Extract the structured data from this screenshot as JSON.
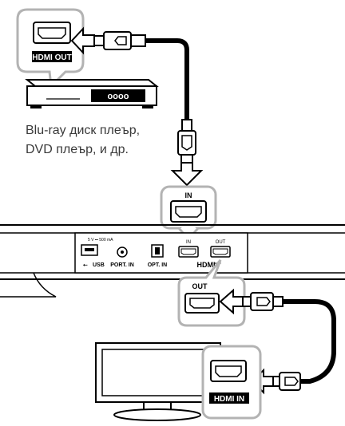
{
  "source_device": {
    "caption_line1": "Blu-ray диск плеър,",
    "caption_line2": "DVD плеър, и др.",
    "port_label": "HDMI OUT"
  },
  "receiver": {
    "callout_in_label": "IN",
    "usb_power_label": "5 V ⎓ 500 mA",
    "usb_label": "USB",
    "port_in_label": "PORT. IN",
    "opt_in_label": "OPT. IN",
    "hdmi_in_label": "IN",
    "hdmi_out_label": "OUT",
    "hdmi_group_label": "HDMI",
    "callout_out_label": "OUT"
  },
  "tv": {
    "port_label": "HDMI IN"
  }
}
